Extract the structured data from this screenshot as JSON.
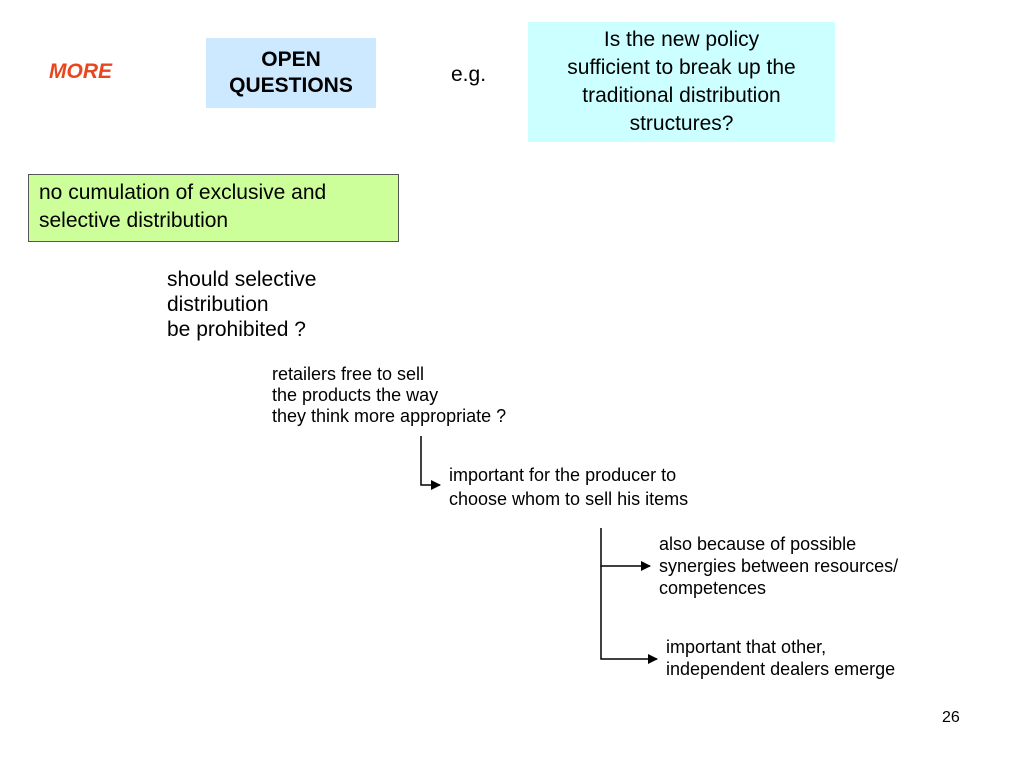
{
  "header": {
    "more_label": "MORE",
    "open_questions": [
      "OPEN",
      "QUESTIONS"
    ],
    "eg_label": "e.g.",
    "policy_question": [
      "Is the new policy",
      "sufficient to break up the",
      "traditional distribution",
      "structures?"
    ]
  },
  "boxes": {
    "cumulation": [
      "no cumulation of exclusive and",
      "selective distribution"
    ]
  },
  "flow": {
    "selective_question": [
      "should selective",
      "distribution",
      "be prohibited ?"
    ],
    "retailers": [
      "retailers free to sell",
      "the products the way",
      "they think more appropriate ?"
    ],
    "producer": [
      "important for the producer to",
      "choose whom to sell his items"
    ],
    "synergies": [
      "also because of possible",
      "synergies between resources/",
      "competences"
    ],
    "dealers": [
      "important that other,",
      "independent dealers emerge"
    ]
  },
  "footer": {
    "page_number": "26"
  },
  "colors": {
    "more_text": "#e8461e",
    "open_questions_bg": "#cce9ff",
    "policy_bg": "#ccffff",
    "cumulation_bg": "#ccff99",
    "connector": "#000000"
  }
}
